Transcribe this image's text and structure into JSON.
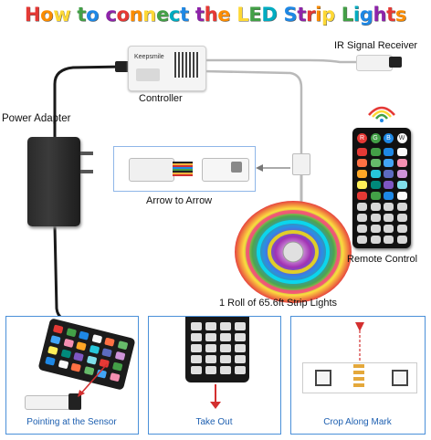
{
  "title": {
    "letters": [
      {
        "ch": "H",
        "color": "#e53935"
      },
      {
        "ch": "o",
        "color": "#fb8c00"
      },
      {
        "ch": "w",
        "color": "#fdd835"
      },
      {
        "ch": " ",
        "color": "#000"
      },
      {
        "ch": "t",
        "color": "#43a047"
      },
      {
        "ch": "o",
        "color": "#1e88e5"
      },
      {
        "ch": " ",
        "color": "#000"
      },
      {
        "ch": "c",
        "color": "#8e24aa"
      },
      {
        "ch": "o",
        "color": "#e53935"
      },
      {
        "ch": "n",
        "color": "#fb8c00"
      },
      {
        "ch": "n",
        "color": "#fdd835"
      },
      {
        "ch": "e",
        "color": "#43a047"
      },
      {
        "ch": "c",
        "color": "#00acc1"
      },
      {
        "ch": "t",
        "color": "#1e88e5"
      },
      {
        "ch": " ",
        "color": "#000"
      },
      {
        "ch": "t",
        "color": "#8e24aa"
      },
      {
        "ch": "h",
        "color": "#e53935"
      },
      {
        "ch": "e",
        "color": "#fb8c00"
      },
      {
        "ch": " ",
        "color": "#000"
      },
      {
        "ch": "L",
        "color": "#fdd835"
      },
      {
        "ch": "E",
        "color": "#43a047"
      },
      {
        "ch": "D",
        "color": "#00acc1"
      },
      {
        "ch": " ",
        "color": "#000"
      },
      {
        "ch": "S",
        "color": "#1e88e5"
      },
      {
        "ch": "t",
        "color": "#8e24aa"
      },
      {
        "ch": "r",
        "color": "#e53935"
      },
      {
        "ch": "i",
        "color": "#fb8c00"
      },
      {
        "ch": "p",
        "color": "#fdd835"
      },
      {
        "ch": " ",
        "color": "#000"
      },
      {
        "ch": "L",
        "color": "#43a047"
      },
      {
        "ch": "i",
        "color": "#00acc1"
      },
      {
        "ch": "g",
        "color": "#1e88e5"
      },
      {
        "ch": "h",
        "color": "#8e24aa"
      },
      {
        "ch": "t",
        "color": "#e53935"
      },
      {
        "ch": "s",
        "color": "#fb8c00"
      }
    ]
  },
  "labels": {
    "ir_receiver": "IR Signal Receiver",
    "controller_brand": "Keepsmile",
    "controller": "Controller",
    "power_adapter": "Power Adapter",
    "arrow_to_arrow": "Arrow to Arrow",
    "remote_control": "Remote Control",
    "strip_lights": "1 Roll of 65.6ft Strip Lights"
  },
  "steps": [
    {
      "caption": "Pointing at the Sensor"
    },
    {
      "caption": "Take Out"
    },
    {
      "caption": "Crop Along Mark"
    }
  ],
  "remote": {
    "top_buttons": [
      "R",
      "G",
      "B",
      "W"
    ],
    "button_colors": [
      "#e53935",
      "#43a047",
      "#1e88e5",
      "#fafafa",
      "#ff7043",
      "#66bb6a",
      "#42a5f5",
      "#f48fb1",
      "#ffa726",
      "#26c6da",
      "#5c6bc0",
      "#ce93d8",
      "#ffee58",
      "#00897b",
      "#7e57c2",
      "#80deea"
    ]
  },
  "colors": {
    "wire": "#b9b9b9",
    "cable": "#1a1a1a",
    "panel_border": "#4a90d9",
    "caption": "#1d5fb0",
    "arrow_red": "#d32f2f"
  }
}
